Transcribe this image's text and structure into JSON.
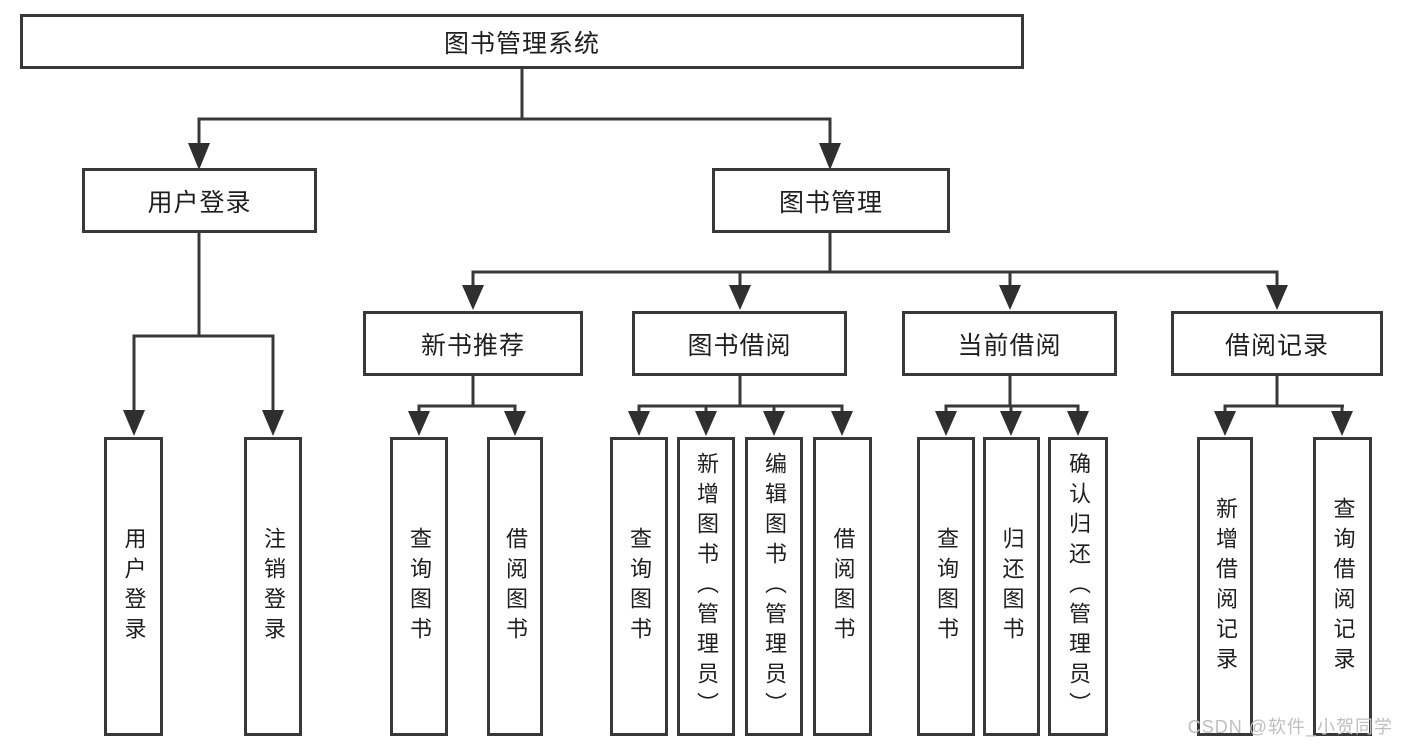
{
  "diagram": {
    "tree": {
      "label": "图书管理系统",
      "children": [
        {
          "label": "用户登录",
          "children": [
            {
              "label": "用户登录"
            },
            {
              "label": "注销登录"
            }
          ]
        },
        {
          "label": "图书管理",
          "children": [
            {
              "label": "新书推荐",
              "children": [
                {
                  "label": "查询图书"
                },
                {
                  "label": "借阅图书"
                }
              ]
            },
            {
              "label": "图书借阅",
              "children": [
                {
                  "label": "查询图书"
                },
                {
                  "label": "新增图书（管理员）"
                },
                {
                  "label": "编辑图书（管理员）"
                },
                {
                  "label": "借阅图书"
                }
              ]
            },
            {
              "label": "当前借阅",
              "children": [
                {
                  "label": "查询图书"
                },
                {
                  "label": "归还图书"
                },
                {
                  "label": "确认归还（管理员）"
                }
              ]
            },
            {
              "label": "借阅记录",
              "children": [
                {
                  "label": "新增借阅记录"
                },
                {
                  "label": "查询借阅记录"
                }
              ]
            }
          ]
        }
      ]
    },
    "colors": {
      "line": "#383838",
      "arrowhead": "#2f2f2f",
      "box_border": "#383838",
      "box_background": "#ffffff",
      "text": "#1f1f1f",
      "watermark": "#bfbfbf",
      "page_background": "#ffffff"
    }
  },
  "watermark": {
    "text": "CSDN @软件_小贺同学"
  }
}
